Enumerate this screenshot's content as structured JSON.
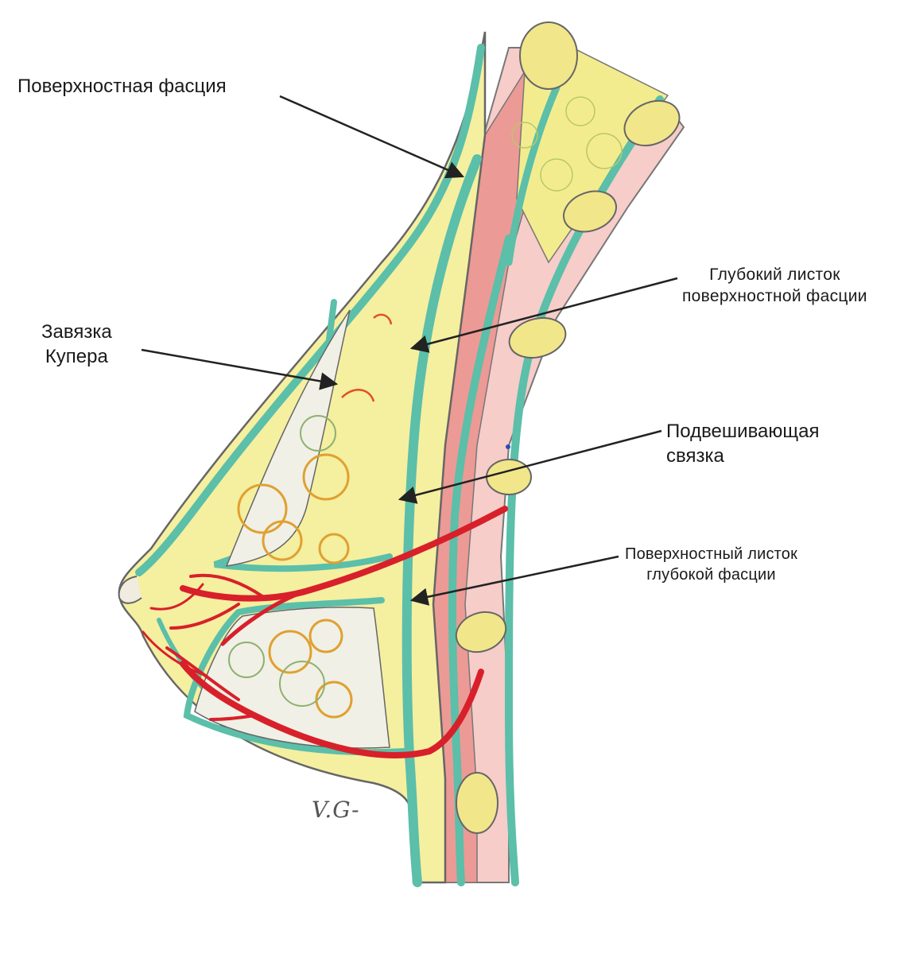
{
  "labels": {
    "superficial_fascia": "Поверхностная фасция",
    "cooper_ligament_line1": "Завязка",
    "cooper_ligament_line2": "Купера",
    "deep_layer_line1": "Глубокий листок",
    "deep_layer_line2": "поверхностной фасции",
    "suspensory_line1": "Подвешивающая",
    "suspensory_line2": "связка",
    "superficial_layer_line1": "Поверхностный листок",
    "superficial_layer_line2": "глубокой фасции"
  },
  "signature": "V.G-",
  "colors": {
    "muscle": "#eea3a0",
    "muscle_fill_light": "#f5c6c2",
    "fascia": "#6cc8b4",
    "fat": "#f3ec8e",
    "gland_lobe": "#f0f0e6",
    "artery": "#d8202a",
    "outline": "#555555",
    "arrow": "#222222"
  }
}
